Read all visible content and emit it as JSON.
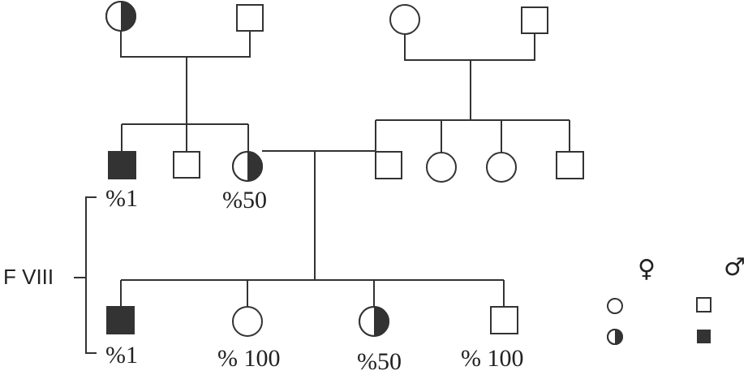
{
  "pedigree": {
    "factor_label": "F VIII",
    "colors": {
      "line": "#333333",
      "affected": "#333333",
      "unaffected": "#ffffff"
    },
    "generation1": [
      {
        "id": "g1-f1",
        "sex": "female",
        "status": "carrier"
      },
      {
        "id": "g1-m1",
        "sex": "male",
        "status": "unaffected"
      },
      {
        "id": "g1-f2",
        "sex": "female",
        "status": "unaffected"
      },
      {
        "id": "g1-m2",
        "sex": "male",
        "status": "unaffected"
      }
    ],
    "generation2": [
      {
        "id": "g2-m1",
        "sex": "male",
        "status": "affected",
        "level": "%1"
      },
      {
        "id": "g2-m2",
        "sex": "male",
        "status": "unaffected"
      },
      {
        "id": "g2-f1",
        "sex": "female",
        "status": "carrier",
        "level": "%50"
      },
      {
        "id": "g2-m3",
        "sex": "male",
        "status": "unaffected"
      },
      {
        "id": "g2-f2",
        "sex": "female",
        "status": "unaffected"
      },
      {
        "id": "g2-f3",
        "sex": "female",
        "status": "unaffected"
      },
      {
        "id": "g2-m4",
        "sex": "male",
        "status": "unaffected"
      }
    ],
    "generation3": [
      {
        "id": "g3-m1",
        "sex": "male",
        "status": "affected",
        "level": "%1"
      },
      {
        "id": "g3-f1",
        "sex": "female",
        "status": "unaffected",
        "level": "% 100"
      },
      {
        "id": "g3-f2",
        "sex": "female",
        "status": "carrier",
        "level": "%50"
      },
      {
        "id": "g3-m2",
        "sex": "male",
        "status": "unaffected",
        "level": "% 100"
      }
    ]
  },
  "legend": {
    "female_symbol": "♀",
    "male_symbol": "♂",
    "icons": [
      "unaffected-female-icon",
      "unaffected-male-icon",
      "carrier-female-icon",
      "affected-male-icon"
    ]
  }
}
